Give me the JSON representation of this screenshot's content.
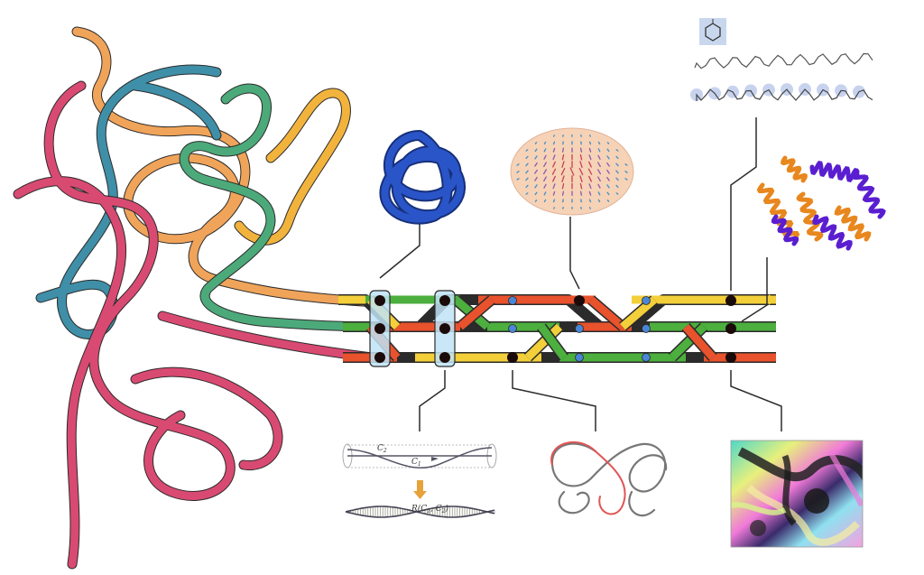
{
  "colors": {
    "background": "#ffffff",
    "ribbon_orange": "#f0a45a",
    "ribbon_teal": "#3f8fa8",
    "ribbon_green": "#4caa7a",
    "ribbon_pink": "#d94a72",
    "ribbon_yellow": "#f2b33d",
    "strand_green": "#4caf3e",
    "strand_red": "#e8522c",
    "strand_yellow": "#f3cf3a",
    "node_black": "#1a0a0a",
    "node_blue": "#4a86d6",
    "box_fill": "#bfe3f5",
    "knot_blue": "#2a55c8",
    "protein_orange": "#e8871e",
    "protein_purple": "#5a1ed0"
  },
  "labels": {
    "c2": "C",
    "c2_sub": "2",
    "c1": "C",
    "c1_sub": "1",
    "rc1c2": "R(C",
    "rc1c2_mid": "1",
    "rc1c2_sep": ", C",
    "rc1c2_end": "2",
    "rc1c2_close": ")"
  },
  "icons": {
    "knot": "trefoil-knot-icon",
    "molecule": "benzene-molecule-icon",
    "arrow": "down-arrow-icon"
  }
}
